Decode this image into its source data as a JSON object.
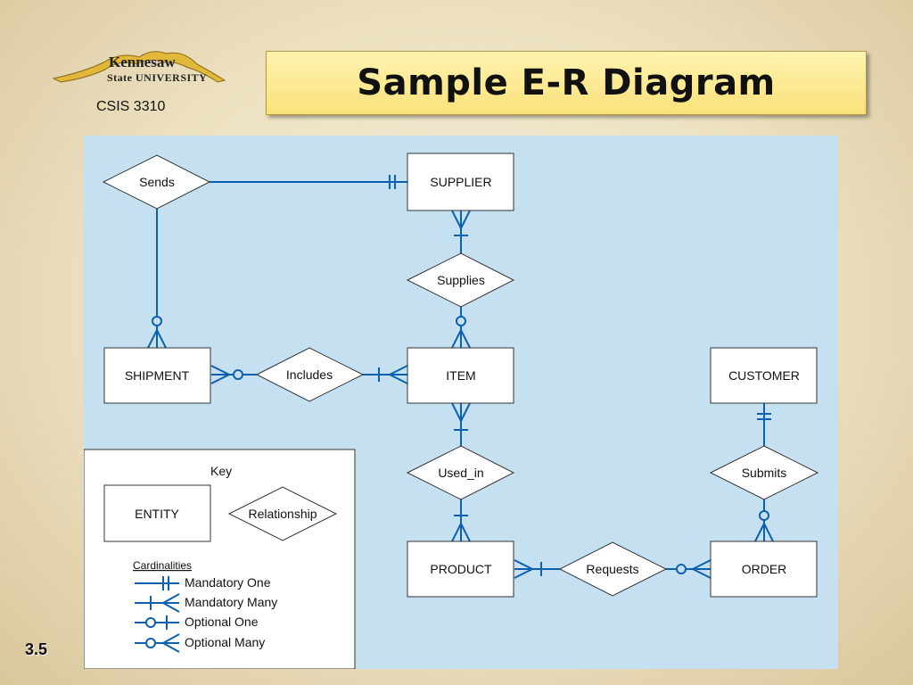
{
  "header": {
    "university_line1": "Kennesaw",
    "university_line2": "State UNIVERSITY",
    "course": "CSIS 3310",
    "title": "Sample E-R Diagram"
  },
  "footer": {
    "slide_number": "3.5"
  },
  "diagram": {
    "entities": {
      "supplier": "SUPPLIER",
      "shipment": "SHIPMENT",
      "item": "ITEM",
      "customer": "CUSTOMER",
      "product": "PRODUCT",
      "order": "ORDER"
    },
    "relationships": {
      "sends": "Sends",
      "supplies": "Supplies",
      "includes": "Includes",
      "used_in": "Used_in",
      "submits": "Submits",
      "requests": "Requests"
    },
    "key": {
      "title": "Key",
      "entity": "ENTITY",
      "relationship": "Relationship",
      "cardinalities_title": "Cardinalities",
      "mandatory_one": "Mandatory One",
      "mandatory_many": "Mandatory Many",
      "optional_one": "Optional One",
      "optional_many": "Optional Many"
    },
    "colors": {
      "line": "#0d5fb0",
      "background": "#c5e0f1"
    }
  }
}
